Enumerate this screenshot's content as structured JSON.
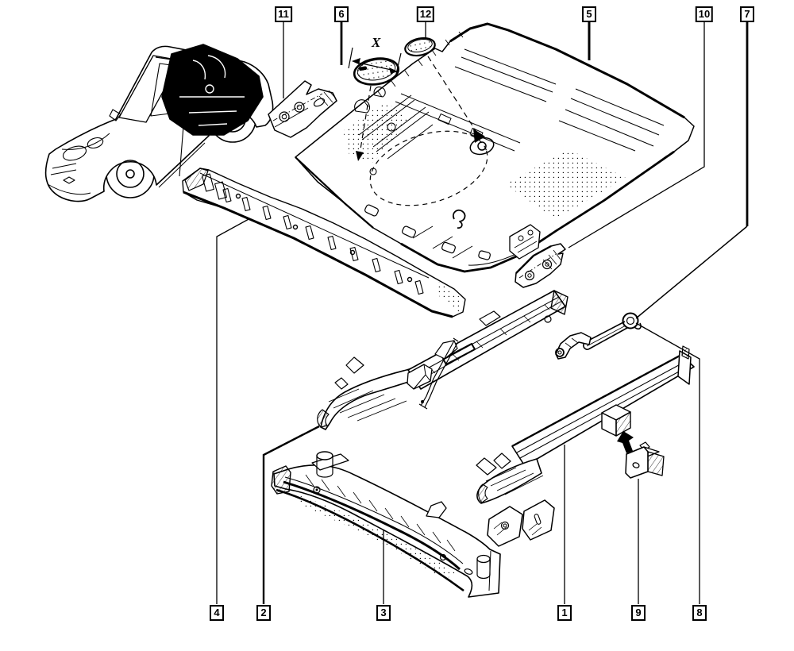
{
  "page": {
    "background": "#ffffff",
    "ink": "#000000"
  },
  "callouts": [
    {
      "label": "11",
      "row": "top"
    },
    {
      "label": "6",
      "row": "top"
    },
    {
      "label": "12",
      "row": "top"
    },
    {
      "label": "5",
      "row": "top"
    },
    {
      "label": "10",
      "row": "top"
    },
    {
      "label": "7",
      "row": "top"
    },
    {
      "label": "4",
      "row": "bottom"
    },
    {
      "label": "2",
      "row": "bottom"
    },
    {
      "label": "3",
      "row": "bottom"
    },
    {
      "label": "1",
      "row": "bottom"
    },
    {
      "label": "9",
      "row": "bottom"
    },
    {
      "label": "8",
      "row": "bottom"
    }
  ],
  "dimension": {
    "label": "X"
  }
}
